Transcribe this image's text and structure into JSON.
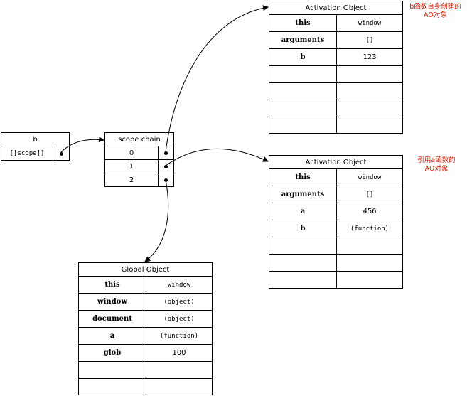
{
  "b_box": {
    "title": "b",
    "scope_label": "[[scope]]"
  },
  "scope_chain": {
    "title": "scope chain",
    "indices": [
      "0",
      "1",
      "2"
    ]
  },
  "ao_b": {
    "title": "Activation Object",
    "rows": [
      {
        "k": "this",
        "v": "window"
      },
      {
        "k": "arguments",
        "v": "[]"
      },
      {
        "k": "b",
        "v": "123"
      },
      {
        "k": "",
        "v": ""
      },
      {
        "k": "",
        "v": ""
      },
      {
        "k": "",
        "v": ""
      },
      {
        "k": "",
        "v": ""
      }
    ],
    "note": "b函数自身创建的\nAO对象"
  },
  "ao_a": {
    "title": "Activation Object",
    "rows": [
      {
        "k": "this",
        "v": "window"
      },
      {
        "k": "arguments",
        "v": "[]"
      },
      {
        "k": "a",
        "v": "456"
      },
      {
        "k": "b",
        "v": "(function)"
      },
      {
        "k": "",
        "v": ""
      },
      {
        "k": "",
        "v": ""
      },
      {
        "k": "",
        "v": ""
      }
    ],
    "note": "引用a函数的\nAO对象"
  },
  "go": {
    "title": "Global Object",
    "rows": [
      {
        "k": "this",
        "v": "window"
      },
      {
        "k": "window",
        "v": "(object)"
      },
      {
        "k": "document",
        "v": "(object)"
      },
      {
        "k": "a",
        "v": "(function)"
      },
      {
        "k": "glob",
        "v": "100"
      },
      {
        "k": "",
        "v": ""
      },
      {
        "k": "",
        "v": ""
      }
    ]
  }
}
